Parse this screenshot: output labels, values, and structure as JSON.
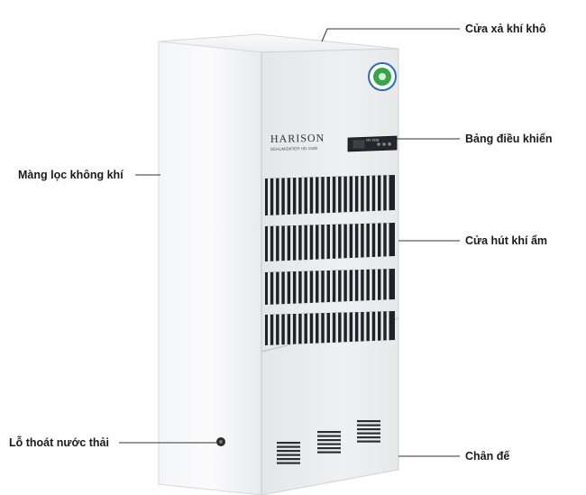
{
  "brand": {
    "logo_text": "HARISON",
    "subline": "DEHUMIDIFIER  HD-192B",
    "panel_model": "HD-192B"
  },
  "callouts": {
    "dry_air_outlet": "Cửa xả khí khô",
    "control_panel": "Bảng điều khiển",
    "air_filter": "Màng lọc không khí",
    "humid_air_inlet": "Cửa hút khí ẩm",
    "drain_hole": "Lỗ thoát nước thải",
    "base": "Chân đế"
  },
  "colors": {
    "body_front": "#eeeff1",
    "body_side": "#f7f8f9",
    "grille_dark": "#1f2226",
    "leader_line": "#333333",
    "badge_green": "#3aa44a",
    "badge_blue": "#2e6db5"
  }
}
